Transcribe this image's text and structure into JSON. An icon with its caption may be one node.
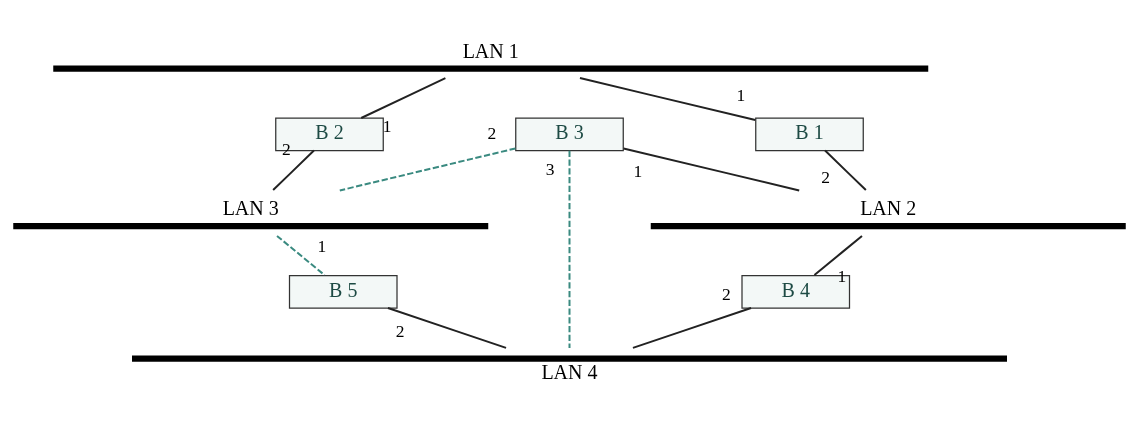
{
  "diagram": {
    "nodes": [
      {
        "text": [
          "LAN 1"
        ]
      },
      {
        "text": [
          "B 1"
        ]
      },
      {
        "text": [
          "B 3"
        ]
      },
      {
        "text": [
          "B 2"
        ]
      },
      {
        "text": [
          "LAN 2"
        ]
      },
      {
        "text": [
          "LAN 3"
        ]
      },
      {
        "text": [
          "B 4"
        ]
      },
      {
        "text": [
          "B 5"
        ]
      },
      {
        "text": [
          "LAN 4"
        ]
      }
    ],
    "edges": [
      {
        "from": 0,
        "to": 1,
        "arrow": "none",
        "label": "1"
      },
      {
        "from": 1,
        "to": 4,
        "arrow": "none",
        "label": "2"
      },
      {
        "from": 2,
        "to": 4,
        "arrow": "none",
        "label": "1"
      },
      {
        "from": 2,
        "to": 5,
        "arrow": "none",
        "label": "2",
        "style": "dashed",
        "color": "#3a8a80"
      },
      {
        "from": 2,
        "to": 8,
        "arrow": "none",
        "label": "3",
        "style": "dashed",
        "color": "#3a8a80"
      },
      {
        "from": 0,
        "to": 3,
        "arrow": "none",
        "label": "1"
      },
      {
        "from": 3,
        "to": 5,
        "arrow": "none",
        "label": "2"
      },
      {
        "from": 4,
        "to": 6,
        "arrow": "none",
        "label": "1"
      },
      {
        "from": 6,
        "to": 8,
        "arrow": "none",
        "label": "2"
      },
      {
        "from": 5,
        "to": 7,
        "arrow": "none",
        "label": "1",
        "style": "dashed",
        "color": "#3a8a80"
      },
      {
        "from": 7,
        "to": 8,
        "arrow": "none",
        "label": "2"
      }
    ]
  }
}
